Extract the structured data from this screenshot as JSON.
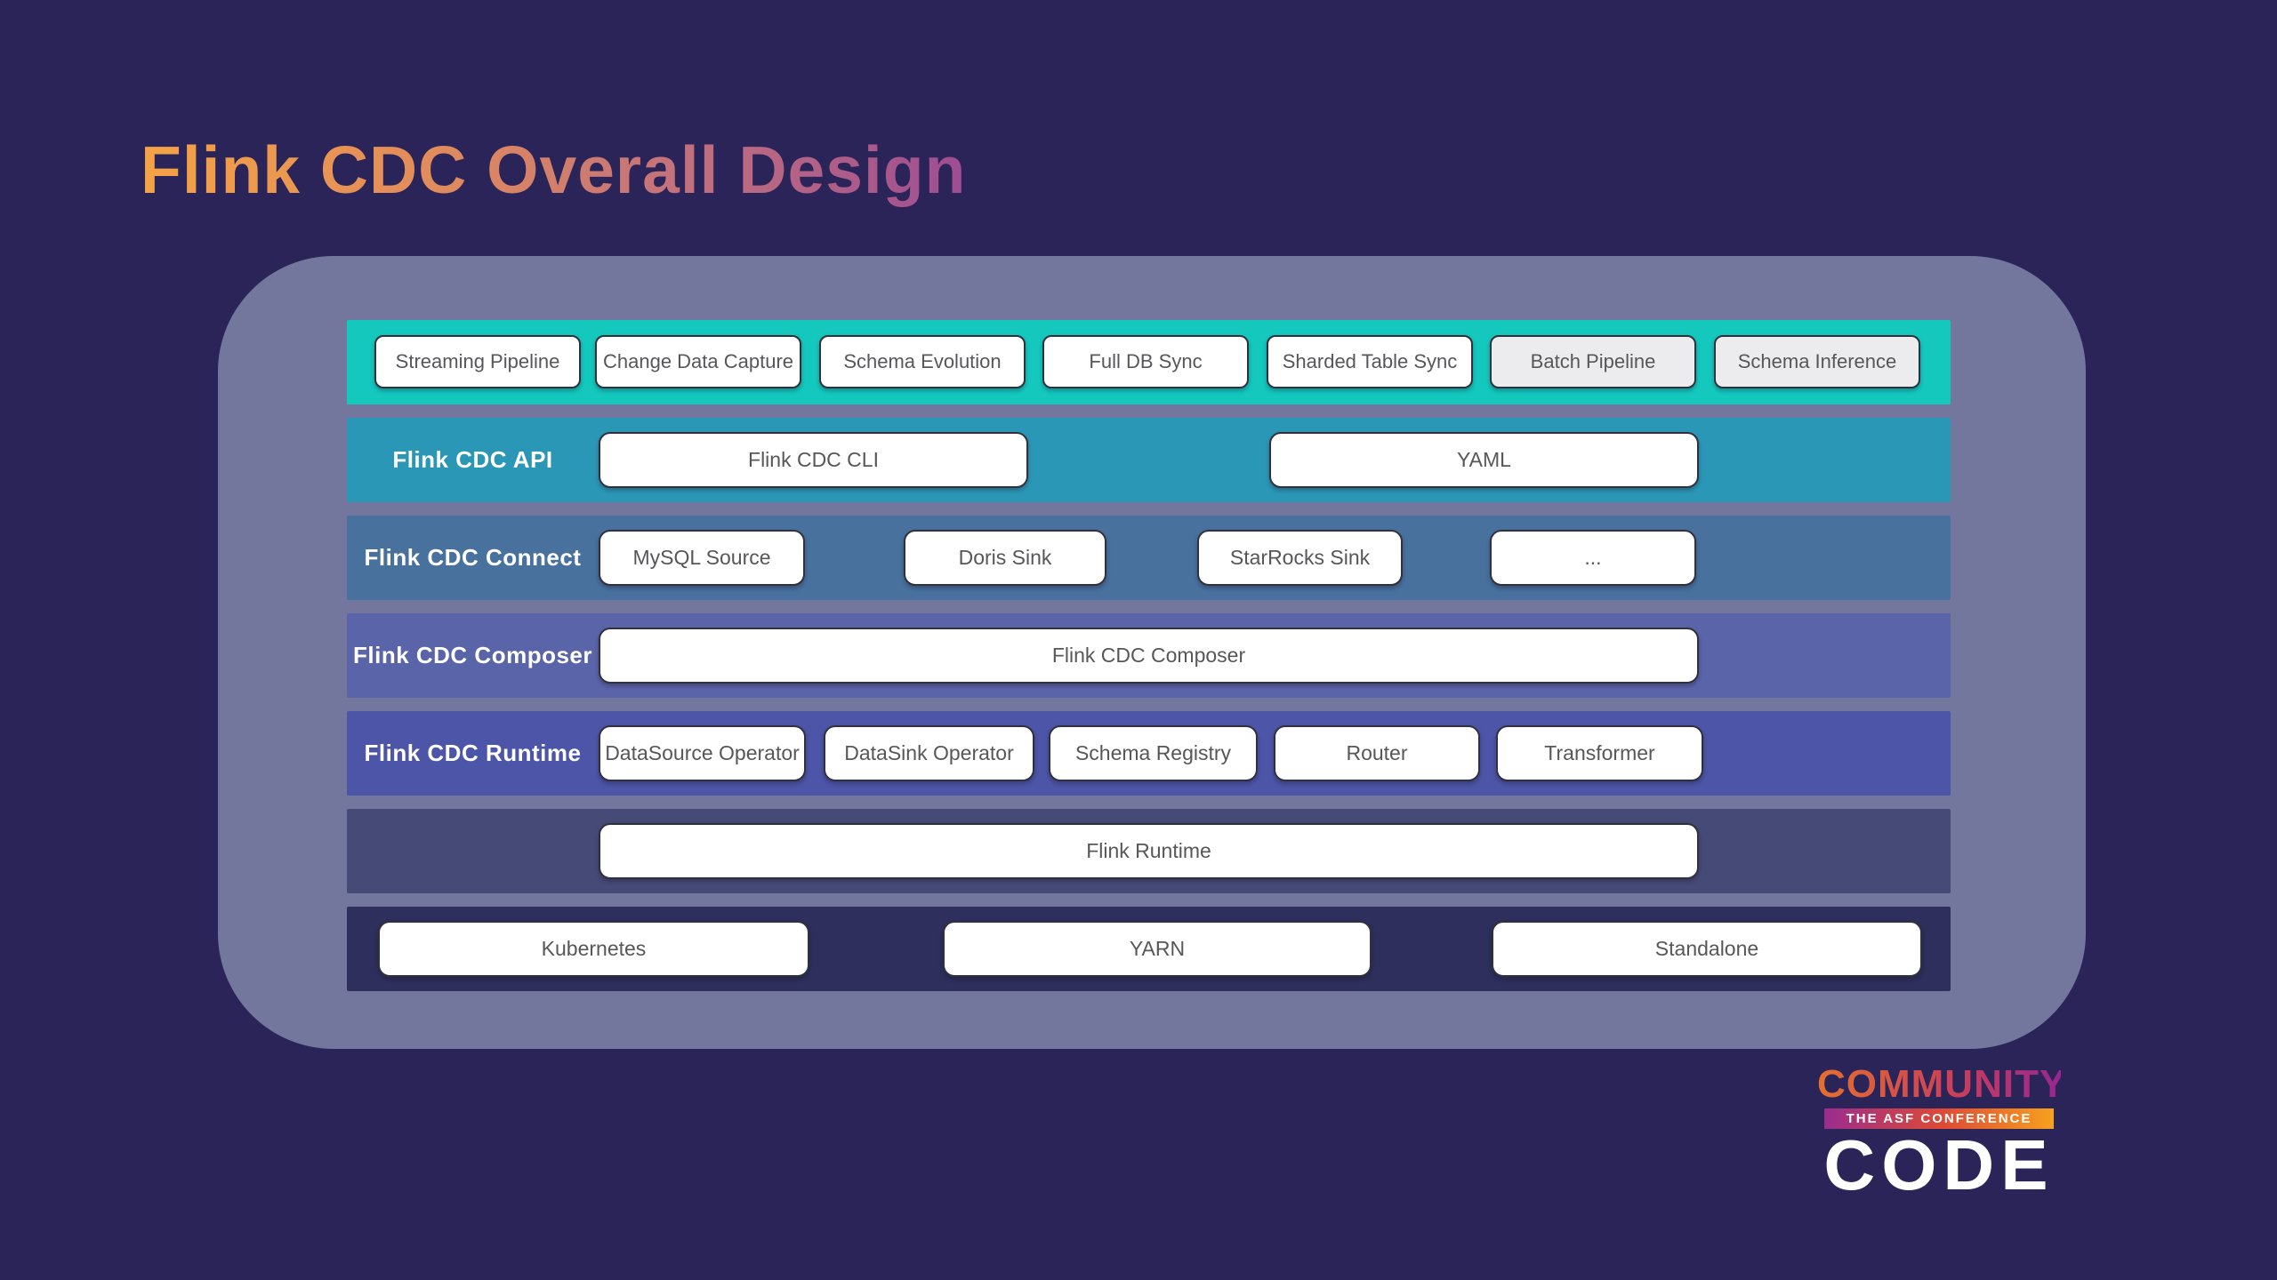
{
  "title": "Flink CDC Overall Design",
  "diagram": {
    "features": [
      "Streaming Pipeline",
      "Change Data Capture",
      "Schema Evolution",
      "Full DB Sync",
      "Sharded Table Sync",
      "Batch Pipeline",
      "Schema Inference"
    ],
    "rows": [
      {
        "label": "Flink CDC API",
        "boxes": [
          "Flink CDC CLI",
          "YAML"
        ]
      },
      {
        "label": "Flink CDC Connect",
        "boxes": [
          "MySQL Source",
          "Doris Sink",
          "StarRocks Sink",
          "..."
        ]
      },
      {
        "label": "Flink CDC Composer",
        "boxes": [
          "Flink CDC Composer"
        ]
      },
      {
        "label": "Flink CDC Runtime",
        "boxes": [
          "DataSource Operator",
          "DataSink Operator",
          "Schema Registry",
          "Router",
          "Transformer"
        ]
      },
      {
        "label": "",
        "boxes": [
          "Flink Runtime"
        ]
      },
      {
        "label": "",
        "boxes": [
          "Kubernetes",
          "YARN",
          "Standalone"
        ]
      }
    ]
  },
  "logo": {
    "top": "COMMUNITY",
    "banner": "THE ASF CONFERENCE",
    "bottom": "CODE"
  },
  "colors": {
    "background": "#2A2459",
    "panel": "#73779E",
    "row_features": "#14C8BE",
    "row_api": "#2B97B6",
    "row_connect": "#48719E",
    "row_composer": "#5A64A8",
    "row_cdc_runtime": "#4C55A7",
    "row_flink_runtime": "#464A77",
    "row_deployment": "#2E2F5C",
    "chip_background": "#FFFFFF",
    "chip_alt_background": "#ECECEE",
    "box_text": "#57575A",
    "label_text": "#FFFFFF",
    "title_gradient_start": "#F4A345",
    "title_gradient_end": "#9D4D92",
    "logo_gradient_start": "#E4702E",
    "logo_gradient_end": "#96278F",
    "banner_gradient_mid": "#DF4A35",
    "banner_gradient_end": "#F7A01E"
  }
}
